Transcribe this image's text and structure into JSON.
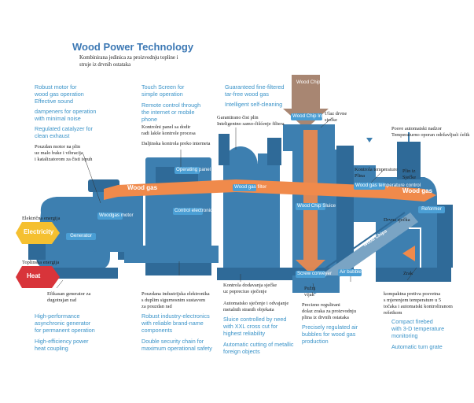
{
  "header": {
    "title": "Wood Power Technology",
    "subtitle_line1": "Kombinirana jedinica za proizvodnju topline i",
    "subtitle_line2": "struje iz drvnih ostataka"
  },
  "colors": {
    "machine": "#3d7fb0",
    "machine_dark": "#2f6a98",
    "flow_orange": "#f08a4b",
    "electricity_yellow": "#f5c030",
    "heat_red": "#d8343a",
    "chips_brown": "#a88672",
    "label_bg": "#4a9ed4",
    "feature_text": "#3a93c8"
  },
  "labels": {
    "wood_chips": "Wood Chips",
    "wood_chip_input": "Wood Chip Input",
    "operating_panel": "Operating panel",
    "control_electronics": "Control electronics",
    "wood_gas_filter": "Wood gas filter",
    "woodgas_motor": "Woodgas motor",
    "generator": "Generator",
    "wood_chip_sluice": "Wood Chip Sluice",
    "wood_gas_temperature_control": "Wood gas temperature control",
    "reformer": "Reformer",
    "screw_conveyer": "Screw conveyer",
    "air_bubbles": "Air bubbles",
    "wood_chips_ramp": "Wood Chips",
    "wood_gas_left": "Wood gas",
    "wood_gas_right": "Wood gas",
    "electricity": "Electricity",
    "heat": "Heat"
  },
  "annotations": {
    "motor_en_1": "Robust motor for",
    "motor_en_2": "wood gas operation",
    "motor_en_3": "Effective sound",
    "motor_en_4": "dampeners for operation",
    "motor_en_5": "with minimal noise",
    "motor_en_6": "Regulated catalyzer for",
    "motor_en_7": "clean exhaust",
    "motor_hr_1": "Pouzdan motor na plin",
    "motor_hr_2": "uz malo buke i vibracija",
    "motor_hr_3": "i katalizatorom za čisti ispuh",
    "touch_en_1": "Touch Screen for",
    "touch_en_2": "simple operation",
    "remote_en_1": "Remote control through",
    "remote_en_2": "the internet or mobile",
    "remote_en_3": "phone",
    "touch_hr_1": "Kontrolni panel sa dodir",
    "touch_hr_2": "radi lakše kontrole procesa",
    "remote_hr": "Daljinska kontrola preko interneta",
    "filter_en_1": "Guaranteed fine-filtered",
    "filter_en_2": "tar-free wood gas",
    "filter_en_3": "Intelligent self-cleaning",
    "filter_hr_1": "Garantirano čist plin",
    "filter_hr_2": "Inteligentno samo-čišćenje filtera",
    "input_hr_1": "Ulaz drvne",
    "input_hr_2": "sječke",
    "sensor_hr_1": "Posve automatski nadzor",
    "sensor_hr_2": "Temperaturno oporan održavljući ćelik",
    "temp_hr_1": "Kontrola temperature",
    "temp_hr_2": "Plina",
    "gas_hr_1": "Plin iz",
    "gas_hr_2": "Sječke",
    "elec_hr": "Električna energija",
    "heat_hr": "Toplinska energija",
    "drvna_sjecka": "Drvna sječka",
    "zrak": "Zrak",
    "gen_hr_1": "Efikasan generator za",
    "gen_hr_2": "dugotrajan rad",
    "gen_en_1": "High-performance",
    "gen_en_2": "asynchronic generator",
    "gen_en_3": "for permanent operation",
    "gen_en_4": "High-efficiency power",
    "gen_en_5": "heat coupling",
    "elec_hr_1": "Pouzdana industrijska elektronika",
    "elec_hr_2": "s duplim sigurnosnim sustavom",
    "elec_hr_3": "za pouzdan rad",
    "elec_en_1": "Robust industry-electronics",
    "elec_en_2": "with reliable brand-name",
    "elec_en_3": "components",
    "elec_en_4": "Double security chain for",
    "elec_en_5": "maximum operational safety",
    "sluice_hr_1": "Kontrola dodavanja sječke",
    "sluice_hr_2": "uz popreciuo sječenje",
    "cut_hr_1": "Automatsko sječenje i odvajanje",
    "cut_hr_2": "metalnih stranih objekata",
    "sluice_en_1": "Sluice controlled by need",
    "sluice_en_2": "with XXL cross cut for",
    "sluice_en_3": "highest reliability",
    "sluice_en_4": "Automatic cutting of metallic",
    "sluice_en_5": "foreign objects",
    "screw_hr_1": "Pužni",
    "screw_hr_2": "vijak",
    "air_hr_1": "Precizno regulirani",
    "air_hr_2": "dolaz zraka za proizvodnju",
    "air_hr_3": "plina iz drvnih ostataka",
    "air_en_1": "Precisely regulated air",
    "air_en_2": "bubbles for wood gas",
    "air_en_3": "production",
    "ref_hr_1": "kompaktna pretiva posvetna",
    "ref_hr_2": "s mjerenjem temperature u 5",
    "ref_hr_3": "točaka i automatski kontroliranom",
    "ref_hr_4": "rešetkom",
    "ref_en_1": "Compact firebed",
    "ref_en_2": "with 3-D temperature",
    "ref_en_3": "monitoring",
    "ref_en_4": "Automatic turn grate"
  }
}
